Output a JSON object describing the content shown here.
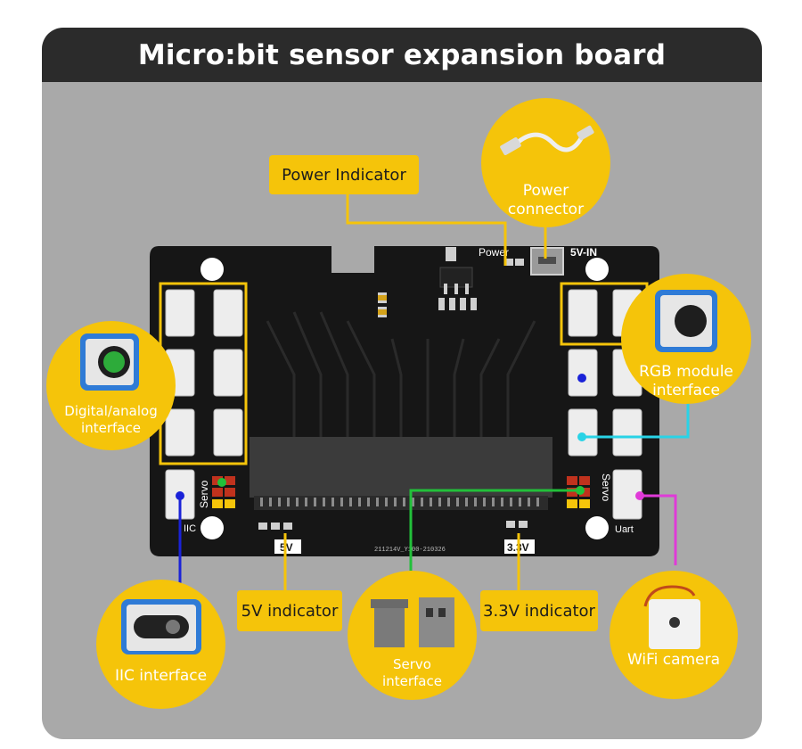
{
  "title": "Micro:bit sensor expansion board",
  "labels": {
    "power_indicator": "Power Indicator",
    "power_connector": "Power\nconnector",
    "digital_analog": "Digital/analog\ninterface",
    "rgb_module": "RGB module\ninterface",
    "v5_indicator": "5V indicator",
    "v33_indicator": "3.3V indicator",
    "iic_interface": "IIC interface",
    "servo_interface": "Servo\ninterface",
    "wifi_camera": "WiFi camera"
  },
  "board_text": {
    "power": "Power",
    "v5_in": "5V-IN",
    "servo": "Servo",
    "servo_right": "Servo",
    "iic": "IIC",
    "uart": "Uart",
    "v5": "5V",
    "v33": "3.3V",
    "version": "211214V_Y100-210326"
  },
  "colors": {
    "accent": "#f5c40a",
    "header": "#2b2b2b",
    "board": "#161616",
    "line_gray": "#f5c40a",
    "green": "#22c03a",
    "blue": "#1a22d8",
    "cyan": "#29d3e6",
    "magenta": "#e03ad8"
  }
}
